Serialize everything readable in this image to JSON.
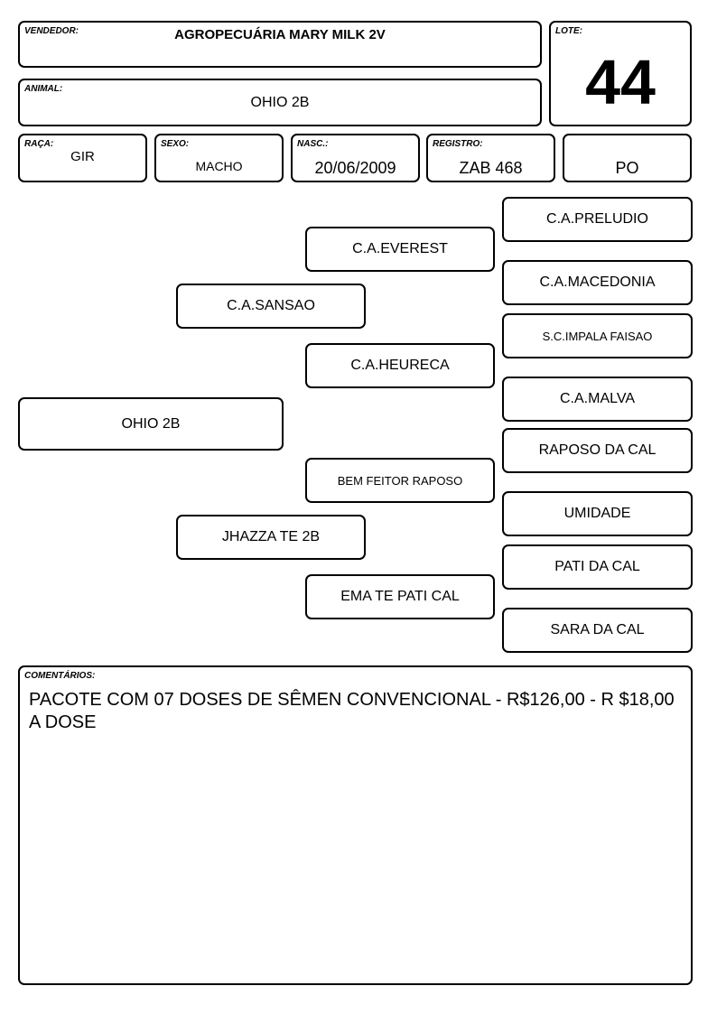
{
  "header": {
    "vendedor_label": "VENDEDOR:",
    "vendedor": "AGROPECUÁRIA MARY MILK 2V",
    "lote_label": "LOTE:",
    "lote": "44",
    "animal_label": "ANIMAL:",
    "animal": "OHIO 2B"
  },
  "info": {
    "raca_label": "RAÇA:",
    "raca": "GIR",
    "sexo_label": "SEXO:",
    "sexo": "MACHO",
    "nasc_label": "NASC.:",
    "nasc": "20/06/2009",
    "registro_label": "REGISTRO:",
    "registro": "ZAB 468",
    "categoria": "PO"
  },
  "pedigree": {
    "animal": "OHIO 2B",
    "sire": "C.A.SANSAO",
    "dam": "JHAZZA TE 2B",
    "sire_sire": "C.A.EVEREST",
    "sire_dam": "C.A.HEURECA",
    "dam_sire": "BEM FEITOR RAPOSO",
    "dam_dam": "EMA TE PATI CAL",
    "ggp": [
      "C.A.PRELUDIO",
      "C.A.MACEDONIA",
      "S.C.IMPALA FAISAO",
      "C.A.MALVA",
      "RAPOSO DA CAL",
      "UMIDADE",
      "PATI DA CAL",
      "SARA DA CAL"
    ]
  },
  "comments": {
    "label": "COMENTÁRIOS:",
    "text": "PACOTE COM 07 DOSES DE SÊMEN CONVENCIONAL - R$126,00 - R $18,00 A DOSE"
  }
}
